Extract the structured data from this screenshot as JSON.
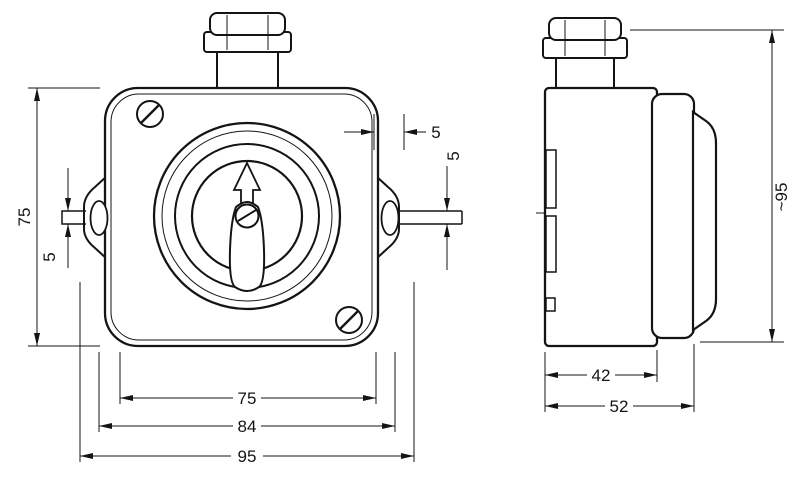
{
  "drawing": {
    "kind": "technical-dimension-drawing",
    "views": {
      "front": "front-view",
      "side": "side-view"
    }
  },
  "colors": {
    "ink": "#141414",
    "paper": "#ffffff"
  },
  "dimensions": {
    "front_overall_height": "75",
    "front_left_pin": "5",
    "front_tab_offset": "5",
    "front_right_pin": "5",
    "front_width_inner": "75",
    "front_width_mid": "84",
    "front_width_overall": "95",
    "side_body_depth": "42",
    "side_overall_depth": "52",
    "side_overall_height": "~95"
  }
}
